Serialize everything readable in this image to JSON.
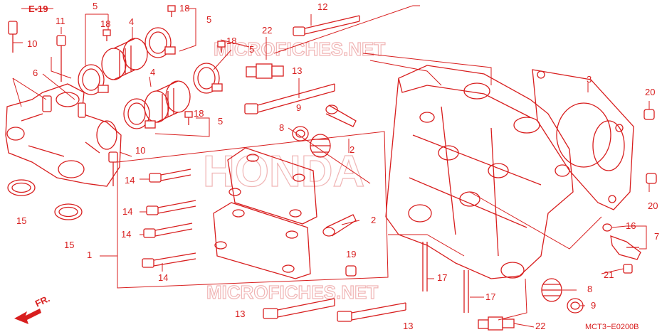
{
  "diagram": {
    "section_ref": "E-19",
    "front_marker": "FR.",
    "drawing_code": "MCT3−E0200B",
    "watermarks": [
      "MICROFICHES.NET",
      "HONDA",
      "MICROFICHES.NET"
    ],
    "accent_color": "#d81e1e",
    "callouts": {
      "c1": "1",
      "c2a": "2",
      "c2b": "2",
      "c3": "3",
      "c4a": "4",
      "c4b": "4",
      "c5a": "5",
      "c5b": "5",
      "c5c": "5",
      "c5d": "5",
      "c6": "6",
      "c7": "7",
      "c8a": "8",
      "c8b": "8",
      "c9a": "9",
      "c9b": "9",
      "c10a": "10",
      "c10b": "10",
      "c11": "11",
      "c12": "12",
      "c13a": "13",
      "c13b": "13",
      "c13c": "13",
      "c14a": "14",
      "c14b": "14",
      "c14c": "14",
      "c14d": "14",
      "c15a": "15",
      "c15b": "15",
      "c16": "16",
      "c17a": "17",
      "c17b": "17",
      "c18a": "18",
      "c18b": "18",
      "c18c": "18",
      "c18d": "18",
      "c19": "19",
      "c20a": "20",
      "c20b": "20",
      "c21": "21",
      "c22a": "22",
      "c22b": "22"
    }
  }
}
